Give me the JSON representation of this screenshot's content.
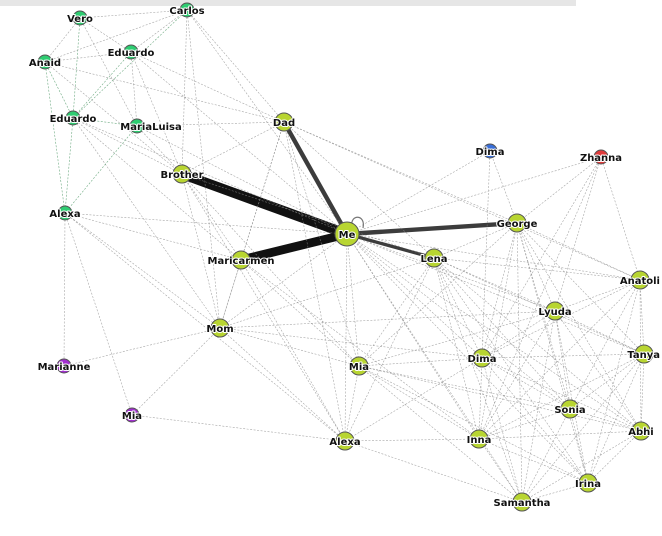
{
  "colors": {
    "green_group": "#2ecc71",
    "lime_group": "#b8d531",
    "blue_group": "#3a6fd8",
    "red_group": "#e03b3b",
    "purple_group": "#a22fd0",
    "edge": "#8a8a8a",
    "strong_edge": "#111111"
  },
  "nodes": [
    {
      "id": "vero",
      "label": "Vero",
      "group": "green",
      "size": "small"
    },
    {
      "id": "carlos",
      "label": "Carlos",
      "group": "green",
      "size": "small"
    },
    {
      "id": "eduardo1",
      "label": "Eduardo",
      "group": "green",
      "size": "small"
    },
    {
      "id": "anaid",
      "label": "Anaid",
      "group": "green",
      "size": "small"
    },
    {
      "id": "eduardo2",
      "label": "Eduardo",
      "group": "green",
      "size": "small"
    },
    {
      "id": "marialuisa",
      "label": "MariaLuisa",
      "group": "green",
      "size": "small"
    },
    {
      "id": "alexa1",
      "label": "Alexa",
      "group": "green",
      "size": "small"
    },
    {
      "id": "dad",
      "label": "Dad",
      "group": "lime",
      "size": "medium"
    },
    {
      "id": "brother",
      "label": "Brother",
      "group": "lime",
      "size": "medium"
    },
    {
      "id": "me",
      "label": "Me",
      "group": "lime",
      "size": "large"
    },
    {
      "id": "maricarmen",
      "label": "Maricarmen",
      "group": "lime",
      "size": "medium"
    },
    {
      "id": "lena",
      "label": "Lena",
      "group": "lime",
      "size": "medium"
    },
    {
      "id": "george",
      "label": "George",
      "group": "lime",
      "size": "medium"
    },
    {
      "id": "dima1",
      "label": "Dima",
      "group": "blue",
      "size": "small"
    },
    {
      "id": "zhanna",
      "label": "Zhanna",
      "group": "red",
      "size": "small"
    },
    {
      "id": "anatoli",
      "label": "Anatoli",
      "group": "lime",
      "size": "medium"
    },
    {
      "id": "lyuda",
      "label": "Lyuda",
      "group": "lime",
      "size": "medium"
    },
    {
      "id": "tanya",
      "label": "Tanya",
      "group": "lime",
      "size": "medium"
    },
    {
      "id": "mom",
      "label": "Mom",
      "group": "lime",
      "size": "medium"
    },
    {
      "id": "marianne",
      "label": "Marianne",
      "group": "purple",
      "size": "small"
    },
    {
      "id": "mia1",
      "label": "Mia",
      "group": "purple",
      "size": "small"
    },
    {
      "id": "mia2",
      "label": "Mia",
      "group": "lime",
      "size": "medium"
    },
    {
      "id": "dima2",
      "label": "Dima",
      "group": "lime",
      "size": "medium"
    },
    {
      "id": "sonia",
      "label": "Sonia",
      "group": "lime",
      "size": "medium"
    },
    {
      "id": "abhi",
      "label": "Abhi",
      "group": "lime",
      "size": "medium"
    },
    {
      "id": "alexa2",
      "label": "Alexa",
      "group": "lime",
      "size": "medium"
    },
    {
      "id": "inna",
      "label": "Inna",
      "group": "lime",
      "size": "medium"
    },
    {
      "id": "irina",
      "label": "Irina",
      "group": "lime",
      "size": "medium"
    },
    {
      "id": "samantha",
      "label": "Samantha",
      "group": "lime",
      "size": "medium"
    }
  ],
  "edges": [
    {
      "source": "me",
      "target": "brother",
      "weight": 9
    },
    {
      "source": "me",
      "target": "maricarmen",
      "weight": 8
    },
    {
      "source": "me",
      "target": "dad",
      "weight": 4
    },
    {
      "source": "me",
      "target": "george",
      "weight": 4
    },
    {
      "source": "me",
      "target": "lena",
      "weight": 3
    },
    {
      "source": "vero",
      "target": "carlos",
      "weight": 1
    },
    {
      "source": "vero",
      "target": "anaid",
      "weight": 1
    },
    {
      "source": "vero",
      "target": "eduardo1",
      "weight": 1
    },
    {
      "source": "vero",
      "target": "eduardo2",
      "weight": 1
    },
    {
      "source": "vero",
      "target": "marialuisa",
      "weight": 1
    },
    {
      "source": "carlos",
      "target": "eduardo1",
      "weight": 1
    },
    {
      "source": "carlos",
      "target": "anaid",
      "weight": 1
    },
    {
      "source": "carlos",
      "target": "eduardo2",
      "weight": 1
    },
    {
      "source": "carlos",
      "target": "brother",
      "weight": 1
    },
    {
      "source": "carlos",
      "target": "dad",
      "weight": 1
    },
    {
      "source": "carlos",
      "target": "me",
      "weight": 1
    },
    {
      "source": "carlos",
      "target": "mom",
      "weight": 1
    },
    {
      "source": "eduardo1",
      "target": "anaid",
      "weight": 1
    },
    {
      "source": "eduardo1",
      "target": "eduardo2",
      "weight": 1
    },
    {
      "source": "eduardo1",
      "target": "marialuisa",
      "weight": 1
    },
    {
      "source": "eduardo1",
      "target": "dad",
      "weight": 1
    },
    {
      "source": "eduardo1",
      "target": "brother",
      "weight": 1
    },
    {
      "source": "eduardo1",
      "target": "me",
      "weight": 1
    },
    {
      "source": "anaid",
      "target": "eduardo2",
      "weight": 1
    },
    {
      "source": "anaid",
      "target": "alexa1",
      "weight": 1
    },
    {
      "source": "anaid",
      "target": "dad",
      "weight": 1
    },
    {
      "source": "anaid",
      "target": "brother",
      "weight": 1
    },
    {
      "source": "eduardo2",
      "target": "alexa1",
      "weight": 1
    },
    {
      "source": "eduardo2",
      "target": "marialuisa",
      "weight": 1
    },
    {
      "source": "eduardo2",
      "target": "brother",
      "weight": 1
    },
    {
      "source": "eduardo2",
      "target": "maricarmen",
      "weight": 1
    },
    {
      "source": "eduardo2",
      "target": "me",
      "weight": 1
    },
    {
      "source": "eduardo2",
      "target": "mom",
      "weight": 1
    },
    {
      "source": "marialuisa",
      "target": "alexa1",
      "weight": 1
    },
    {
      "source": "marialuisa",
      "target": "dad",
      "weight": 1
    },
    {
      "source": "marialuisa",
      "target": "brother",
      "weight": 1
    },
    {
      "source": "marialuisa",
      "target": "me",
      "weight": 1
    },
    {
      "source": "alexa1",
      "target": "marianne",
      "weight": 1
    },
    {
      "source": "alexa1",
      "target": "mia1",
      "weight": 1
    },
    {
      "source": "alexa1",
      "target": "me",
      "weight": 1
    },
    {
      "source": "alexa1",
      "target": "mom",
      "weight": 1
    },
    {
      "source": "alexa1",
      "target": "maricarmen",
      "weight": 1
    },
    {
      "source": "alexa1",
      "target": "alexa2",
      "weight": 1
    },
    {
      "source": "dad",
      "target": "brother",
      "weight": 1
    },
    {
      "source": "dad",
      "target": "maricarmen",
      "weight": 1
    },
    {
      "source": "dad",
      "target": "mom",
      "weight": 1
    },
    {
      "source": "dad",
      "target": "lena",
      "weight": 1
    },
    {
      "source": "dad",
      "target": "george",
      "weight": 1
    },
    {
      "source": "dad",
      "target": "anatoli",
      "weight": 1
    },
    {
      "source": "dad",
      "target": "alexa2",
      "weight": 1
    },
    {
      "source": "dad",
      "target": "mia2",
      "weight": 1
    },
    {
      "source": "brother",
      "target": "maricarmen",
      "weight": 1
    },
    {
      "source": "brother",
      "target": "mom",
      "weight": 1
    },
    {
      "source": "brother",
      "target": "alexa2",
      "weight": 1
    },
    {
      "source": "brother",
      "target": "mia2",
      "weight": 1
    },
    {
      "source": "brother",
      "target": "lena",
      "weight": 1
    },
    {
      "source": "maricarmen",
      "target": "mom",
      "weight": 1
    },
    {
      "source": "maricarmen",
      "target": "alexa2",
      "weight": 1
    },
    {
      "source": "maricarmen",
      "target": "mia2",
      "weight": 1
    },
    {
      "source": "maricarmen",
      "target": "inna",
      "weight": 1
    },
    {
      "source": "mom",
      "target": "me",
      "weight": 1
    },
    {
      "source": "mom",
      "target": "mia1",
      "weight": 1
    },
    {
      "source": "mom",
      "target": "lena",
      "weight": 1
    },
    {
      "source": "mom",
      "target": "lyuda",
      "weight": 1
    },
    {
      "source": "mom",
      "target": "mia2",
      "weight": 1
    },
    {
      "source": "mom",
      "target": "alexa2",
      "weight": 1
    },
    {
      "source": "mom",
      "target": "dima2",
      "weight": 1
    },
    {
      "source": "mom",
      "target": "marianne",
      "weight": 1
    },
    {
      "source": "mia1",
      "target": "alexa2",
      "weight": 1
    },
    {
      "source": "me",
      "target": "dima1",
      "weight": 1
    },
    {
      "source": "me",
      "target": "zhanna",
      "weight": 1
    },
    {
      "source": "me",
      "target": "anatoli",
      "weight": 1
    },
    {
      "source": "me",
      "target": "lyuda",
      "weight": 1
    },
    {
      "source": "me",
      "target": "tanya",
      "weight": 1
    },
    {
      "source": "me",
      "target": "mia2",
      "weight": 1
    },
    {
      "source": "me",
      "target": "dima2",
      "weight": 1
    },
    {
      "source": "me",
      "target": "sonia",
      "weight": 1
    },
    {
      "source": "me",
      "target": "abhi",
      "weight": 1
    },
    {
      "source": "me",
      "target": "alexa2",
      "weight": 1
    },
    {
      "source": "me",
      "target": "inna",
      "weight": 1
    },
    {
      "source": "me",
      "target": "irina",
      "weight": 1
    },
    {
      "source": "me",
      "target": "samantha",
      "weight": 1
    },
    {
      "source": "lena",
      "target": "george",
      "weight": 1
    },
    {
      "source": "lena",
      "target": "lyuda",
      "weight": 1
    },
    {
      "source": "lena",
      "target": "tanya",
      "weight": 1
    },
    {
      "source": "lena",
      "target": "dima2",
      "weight": 1
    },
    {
      "source": "lena",
      "target": "sonia",
      "weight": 1
    },
    {
      "source": "lena",
      "target": "abhi",
      "weight": 1
    },
    {
      "source": "lena",
      "target": "inna",
      "weight": 1
    },
    {
      "source": "lena",
      "target": "irina",
      "weight": 1
    },
    {
      "source": "lena",
      "target": "samantha",
      "weight": 1
    },
    {
      "source": "lena",
      "target": "mia2",
      "weight": 1
    },
    {
      "source": "lena",
      "target": "anatoli",
      "weight": 1
    },
    {
      "source": "george",
      "target": "dima1",
      "weight": 1
    },
    {
      "source": "george",
      "target": "zhanna",
      "weight": 1
    },
    {
      "source": "george",
      "target": "anatoli",
      "weight": 1
    },
    {
      "source": "george",
      "target": "lyuda",
      "weight": 1
    },
    {
      "source": "george",
      "target": "tanya",
      "weight": 1
    },
    {
      "source": "george",
      "target": "dima2",
      "weight": 1
    },
    {
      "source": "george",
      "target": "sonia",
      "weight": 1
    },
    {
      "source": "george",
      "target": "inna",
      "weight": 1
    },
    {
      "source": "george",
      "target": "samantha",
      "weight": 1
    },
    {
      "source": "george",
      "target": "irina",
      "weight": 1
    },
    {
      "source": "george",
      "target": "abhi",
      "weight": 1
    },
    {
      "source": "george",
      "target": "mia2",
      "weight": 1
    },
    {
      "source": "dima1",
      "target": "dima2",
      "weight": 1
    },
    {
      "source": "zhanna",
      "target": "anatoli",
      "weight": 1
    },
    {
      "source": "zhanna",
      "target": "lyuda",
      "weight": 1
    },
    {
      "source": "zhanna",
      "target": "inna",
      "weight": 1
    },
    {
      "source": "zhanna",
      "target": "dima2",
      "weight": 1
    },
    {
      "source": "anatoli",
      "target": "lyuda",
      "weight": 1
    },
    {
      "source": "anatoli",
      "target": "tanya",
      "weight": 1
    },
    {
      "source": "anatoli",
      "target": "sonia",
      "weight": 1
    },
    {
      "source": "anatoli",
      "target": "abhi",
      "weight": 1
    },
    {
      "source": "anatoli",
      "target": "irina",
      "weight": 1
    },
    {
      "source": "anatoli",
      "target": "dima2",
      "weight": 1
    },
    {
      "source": "anatoli",
      "target": "inna",
      "weight": 1
    },
    {
      "source": "lyuda",
      "target": "tanya",
      "weight": 1
    },
    {
      "source": "lyuda",
      "target": "dima2",
      "weight": 1
    },
    {
      "source": "lyuda",
      "target": "sonia",
      "weight": 1
    },
    {
      "source": "lyuda",
      "target": "abhi",
      "weight": 1
    },
    {
      "source": "lyuda",
      "target": "inna",
      "weight": 1
    },
    {
      "source": "lyuda",
      "target": "irina",
      "weight": 1
    },
    {
      "source": "lyuda",
      "target": "samantha",
      "weight": 1
    },
    {
      "source": "lyuda",
      "target": "mia2",
      "weight": 1
    },
    {
      "source": "tanya",
      "target": "dima2",
      "weight": 1
    },
    {
      "source": "tanya",
      "target": "sonia",
      "weight": 1
    },
    {
      "source": "tanya",
      "target": "abhi",
      "weight": 1
    },
    {
      "source": "tanya",
      "target": "irina",
      "weight": 1
    },
    {
      "source": "tanya",
      "target": "inna",
      "weight": 1
    },
    {
      "source": "tanya",
      "target": "samantha",
      "weight": 1
    },
    {
      "source": "dima2",
      "target": "sonia",
      "weight": 1
    },
    {
      "source": "dima2",
      "target": "abhi",
      "weight": 1
    },
    {
      "source": "dima2",
      "target": "inna",
      "weight": 1
    },
    {
      "source": "dima2",
      "target": "irina",
      "weight": 1
    },
    {
      "source": "dima2",
      "target": "samantha",
      "weight": 1
    },
    {
      "source": "dima2",
      "target": "mia2",
      "weight": 1
    },
    {
      "source": "dima2",
      "target": "alexa2",
      "weight": 1
    },
    {
      "source": "sonia",
      "target": "abhi",
      "weight": 1
    },
    {
      "source": "sonia",
      "target": "irina",
      "weight": 1
    },
    {
      "source": "sonia",
      "target": "inna",
      "weight": 1
    },
    {
      "source": "sonia",
      "target": "samantha",
      "weight": 1
    },
    {
      "source": "sonia",
      "target": "mia2",
      "weight": 1
    },
    {
      "source": "abhi",
      "target": "irina",
      "weight": 1
    },
    {
      "source": "abhi",
      "target": "inna",
      "weight": 1
    },
    {
      "source": "abhi",
      "target": "samantha",
      "weight": 1
    },
    {
      "source": "abhi",
      "target": "mia2",
      "weight": 1
    },
    {
      "source": "inna",
      "target": "irina",
      "weight": 1
    },
    {
      "source": "inna",
      "target": "samantha",
      "weight": 1
    },
    {
      "source": "inna",
      "target": "mia2",
      "weight": 1
    },
    {
      "source": "inna",
      "target": "alexa2",
      "weight": 1
    },
    {
      "source": "irina",
      "target": "samantha",
      "weight": 1
    },
    {
      "source": "mia2",
      "target": "alexa2",
      "weight": 1
    },
    {
      "source": "mia2",
      "target": "samantha",
      "weight": 1
    },
    {
      "source": "mia2",
      "target": "irina",
      "weight": 1
    },
    {
      "source": "alexa2",
      "target": "samantha",
      "weight": 1
    },
    {
      "source": "alexa2",
      "target": "lena",
      "weight": 1
    }
  ]
}
